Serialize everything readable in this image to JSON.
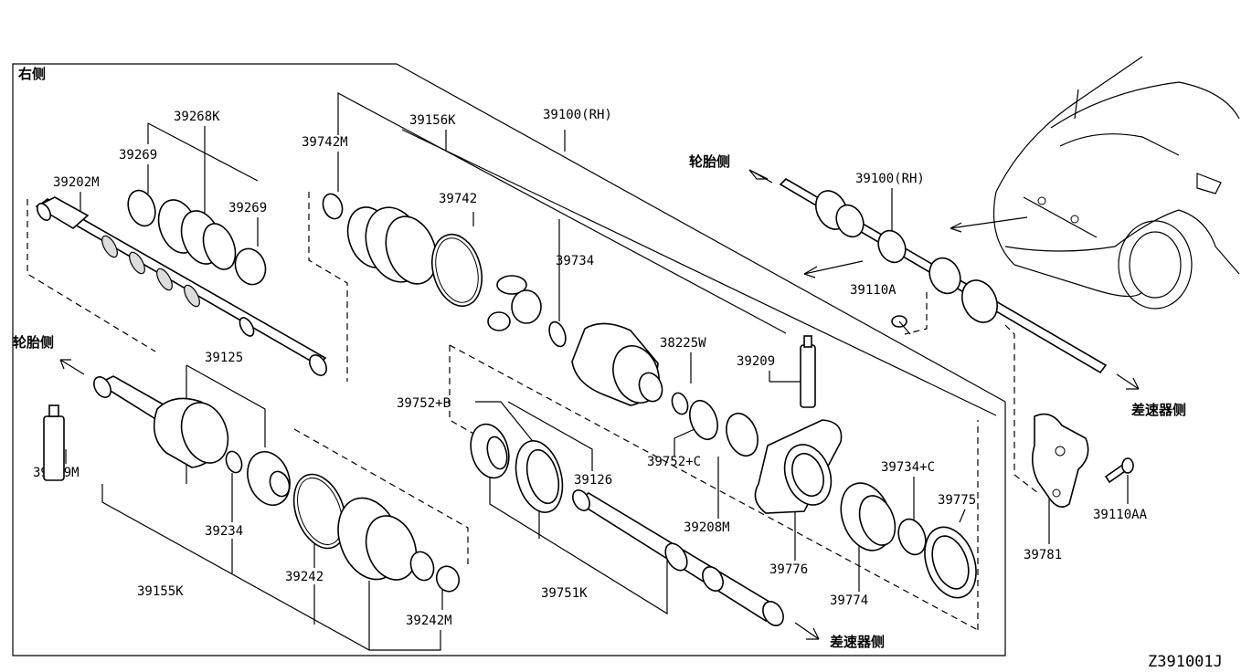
{
  "diagram": {
    "header_label": "右侧",
    "figure_code": "Z391001J",
    "direction_labels": {
      "tire_side_upper": "轮胎侧",
      "tire_side_left": "轮胎侧",
      "diff_side_right": "差速器侧",
      "diff_side_bottom": "差速器侧"
    },
    "parts": {
      "p39268K": "39268K",
      "p39269a": "39269",
      "p39269b": "39269",
      "p39202M": "39202M",
      "p39742M": "39742M",
      "p39156K": "39156K",
      "p39100RH_a": "39100(RH)",
      "p39742": "39742",
      "p39734": "39734",
      "p38225W": "38225W",
      "p39209": "39209",
      "p39125": "39125",
      "p39752B": "39752+B",
      "p39752C": "39752+C",
      "p39126": "39126",
      "p39209M": "39209M",
      "p39234": "39234",
      "p39208M": "39208M",
      "p39734C": "39734+C",
      "p39775": "39775",
      "p39776": "39776",
      "p39774": "39774",
      "p39751K": "39751K",
      "p39242": "39242",
      "p39242M": "39242M",
      "p39155K": "39155K",
      "p39100RH_b": "39100(RH)",
      "p39110A": "39110A",
      "p39110AA": "39110AA",
      "p39781": "39781"
    }
  }
}
